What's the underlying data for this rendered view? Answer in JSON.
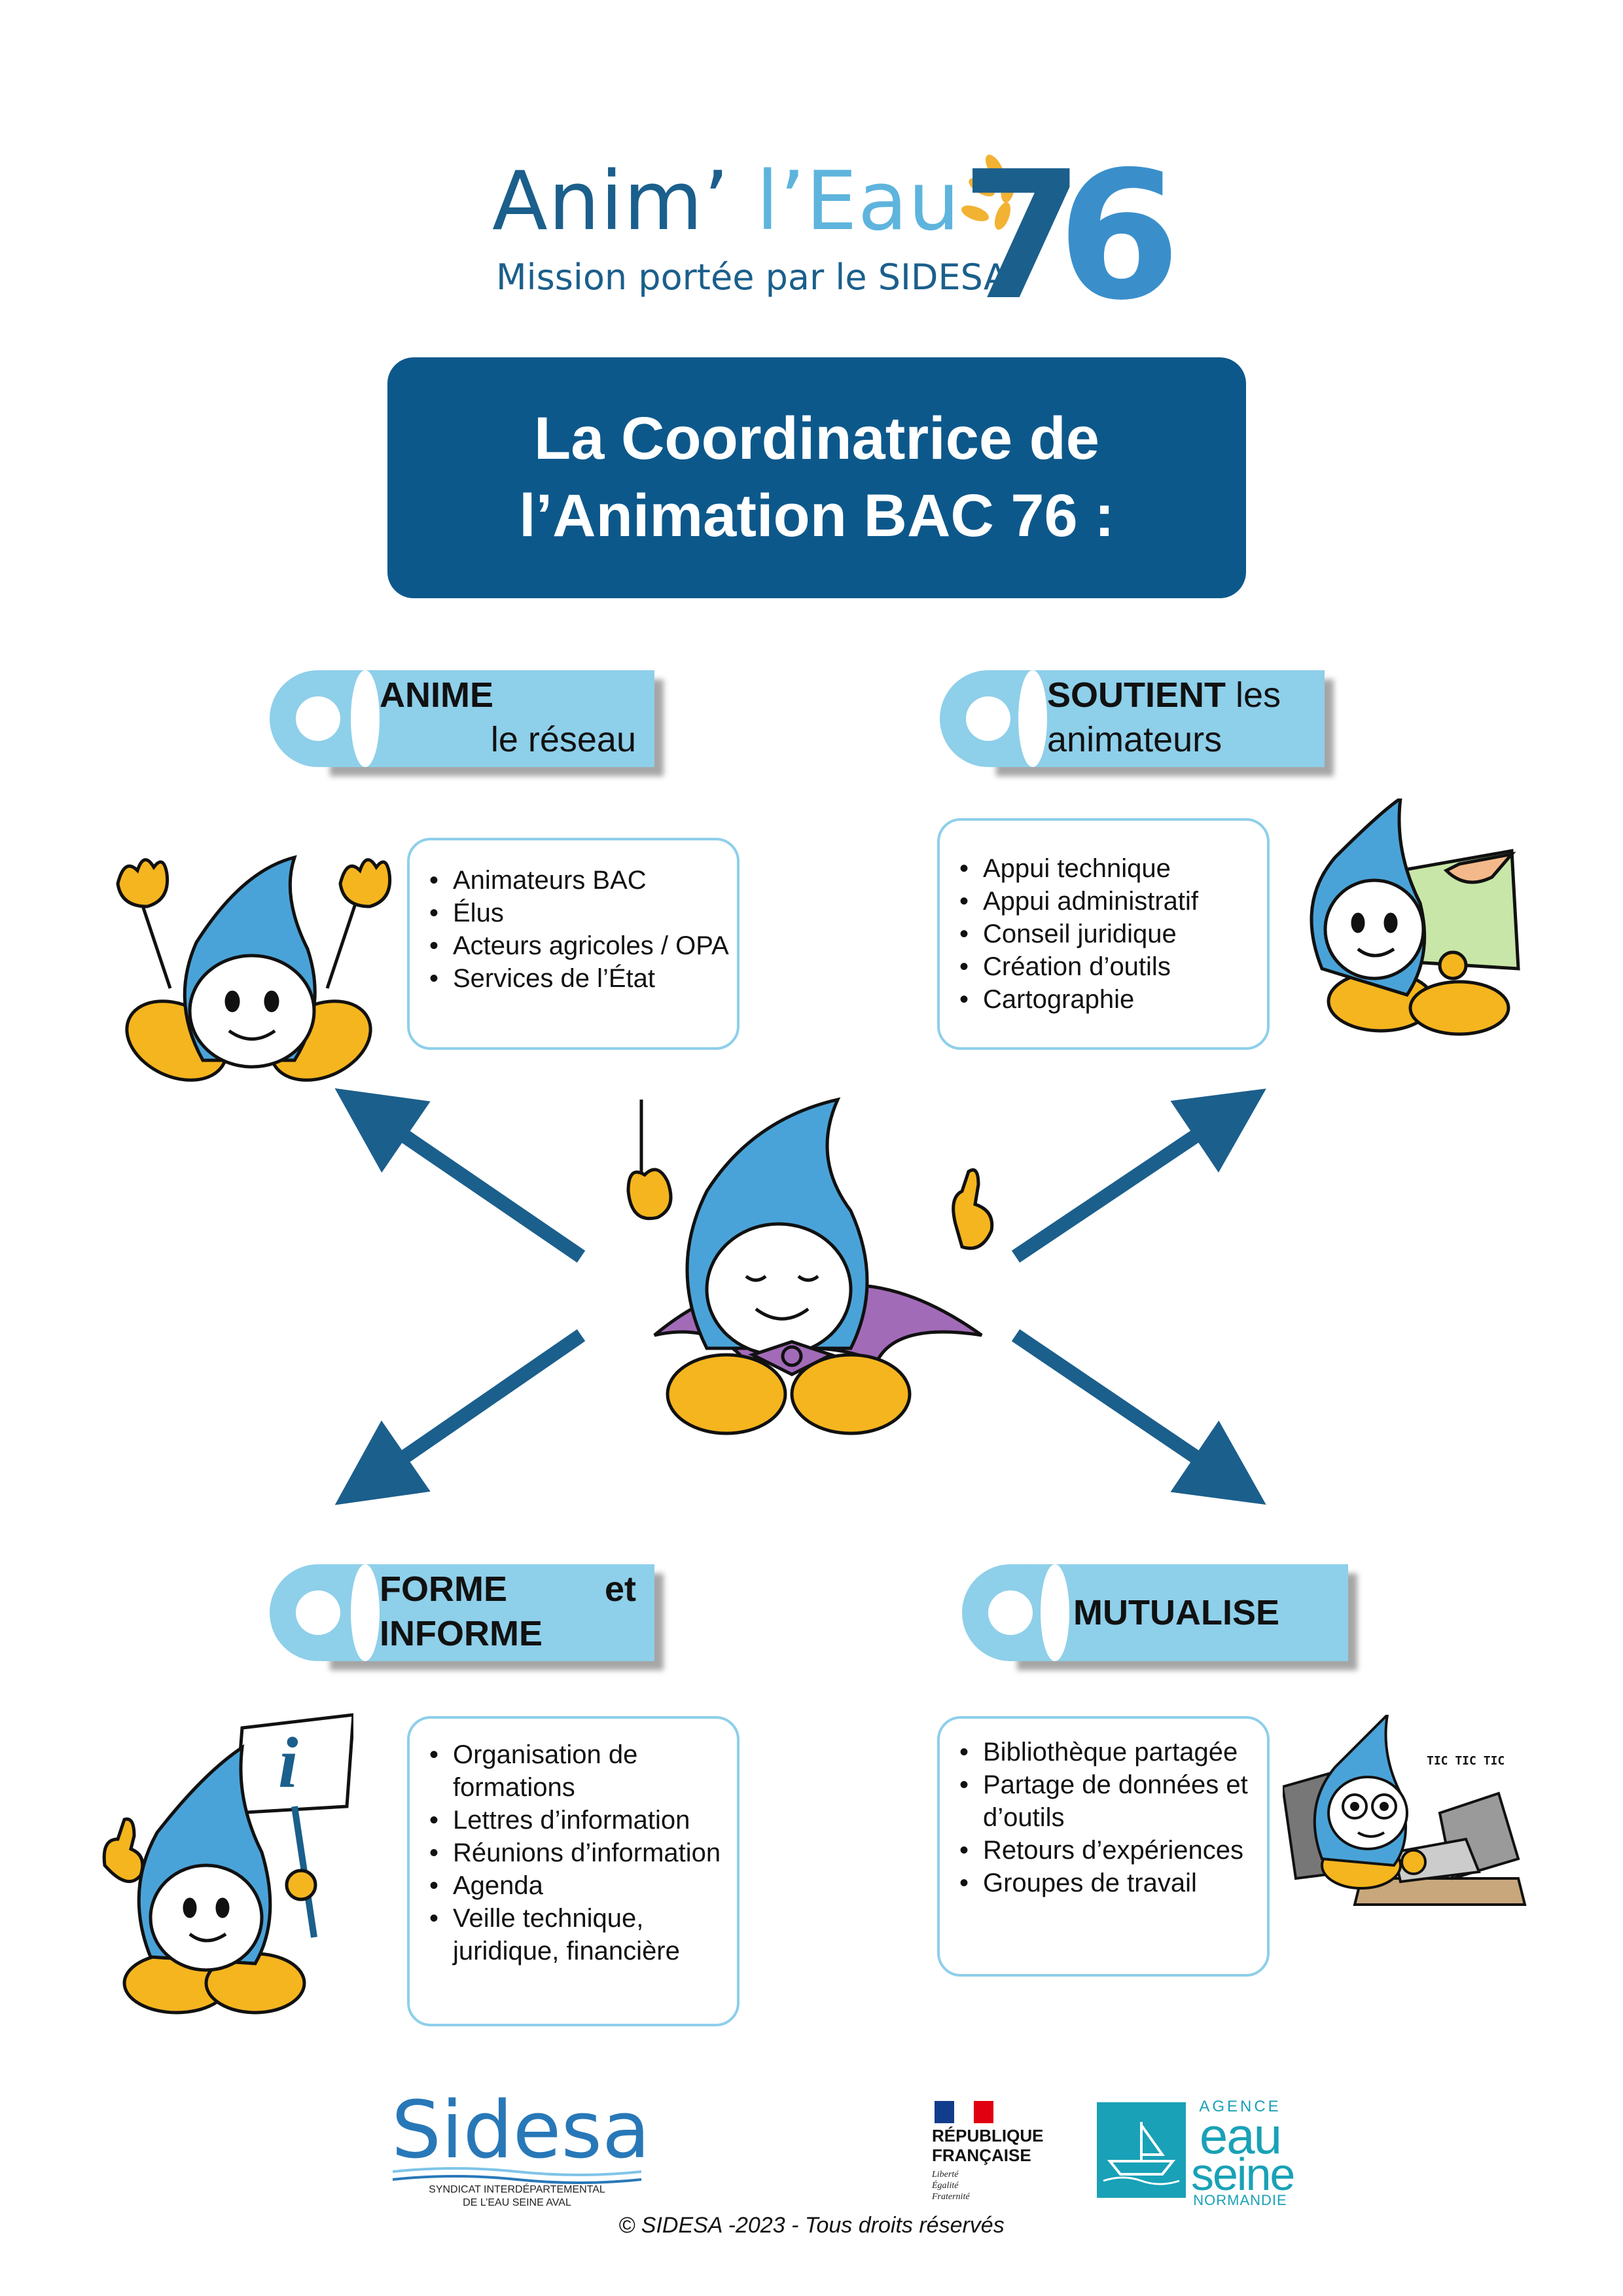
{
  "header": {
    "logo_anim": "Anim’ ",
    "logo_eau": "l’Eau",
    "logo_seven": "7",
    "logo_six": "6",
    "logo_subtitle": "Mission portée par le SIDESA"
  },
  "title": "La Coordinatrice de l’Animation BAC 76 :",
  "sections": [
    {
      "verb": "ANIME",
      "rest": "le réseau",
      "items": [
        "Animateurs BAC",
        "Élus",
        "Acteurs agricoles / OPA",
        "Services de l’État"
      ]
    },
    {
      "verb": "SOUTIENT",
      "rest": "les animateurs",
      "items": [
        "Appui technique",
        "Appui administratif",
        "Conseil juridique",
        "Création d’outils",
        "Cartographie"
      ]
    },
    {
      "verb": "FORME",
      "rest": "et",
      "verb2": "INFORME",
      "items": [
        "Organisation de formations",
        "Lettres d’information",
        "Réunions d’information",
        "Agenda",
        "Veille technique, juridique, financière"
      ]
    },
    {
      "verb": "MUTUALISE",
      "items": [
        "Bibliothèque partagée",
        "Partage de données et d’outils",
        "Retours d’expériences",
        "Groupes de travail"
      ]
    }
  ],
  "illustrations": {
    "sign_letter": "i",
    "typing_sound": "TIC TIC TIC"
  },
  "footer": {
    "sidesa_logo": "Sidesa",
    "sidesa_line1": "SYNDICAT INTERDÉPARTEMENTAL",
    "sidesa_line2": "DE L’EAU SEINE AVAL",
    "rf_line1": "RÉPUBLIQUE",
    "rf_line2": "FRANÇAISE",
    "rf_motto1": "Liberté",
    "rf_motto2": "Égalité",
    "rf_motto3": "Fraternité",
    "agence_line1": "AGENCE",
    "agence_line2": "eau",
    "agence_line3": "seine",
    "agence_line4": "NORMANDIE",
    "copyright": "© SIDESA -2023 - Tous droits réservés"
  },
  "colors": {
    "dark_blue": "#0d588b",
    "light_blue": "#8ecfea",
    "arrow_blue": "#1b5f8c",
    "drop_blue": "#4aa3d8",
    "yellow": "#f5b51e",
    "purple": "#a26bb8",
    "agence_teal": "#19a1b7"
  },
  "icons": [
    "drop-mascot-icon",
    "arrow-icon",
    "bullet-icon",
    "wheat-icon",
    "flag-icon",
    "boat-icon"
  ]
}
